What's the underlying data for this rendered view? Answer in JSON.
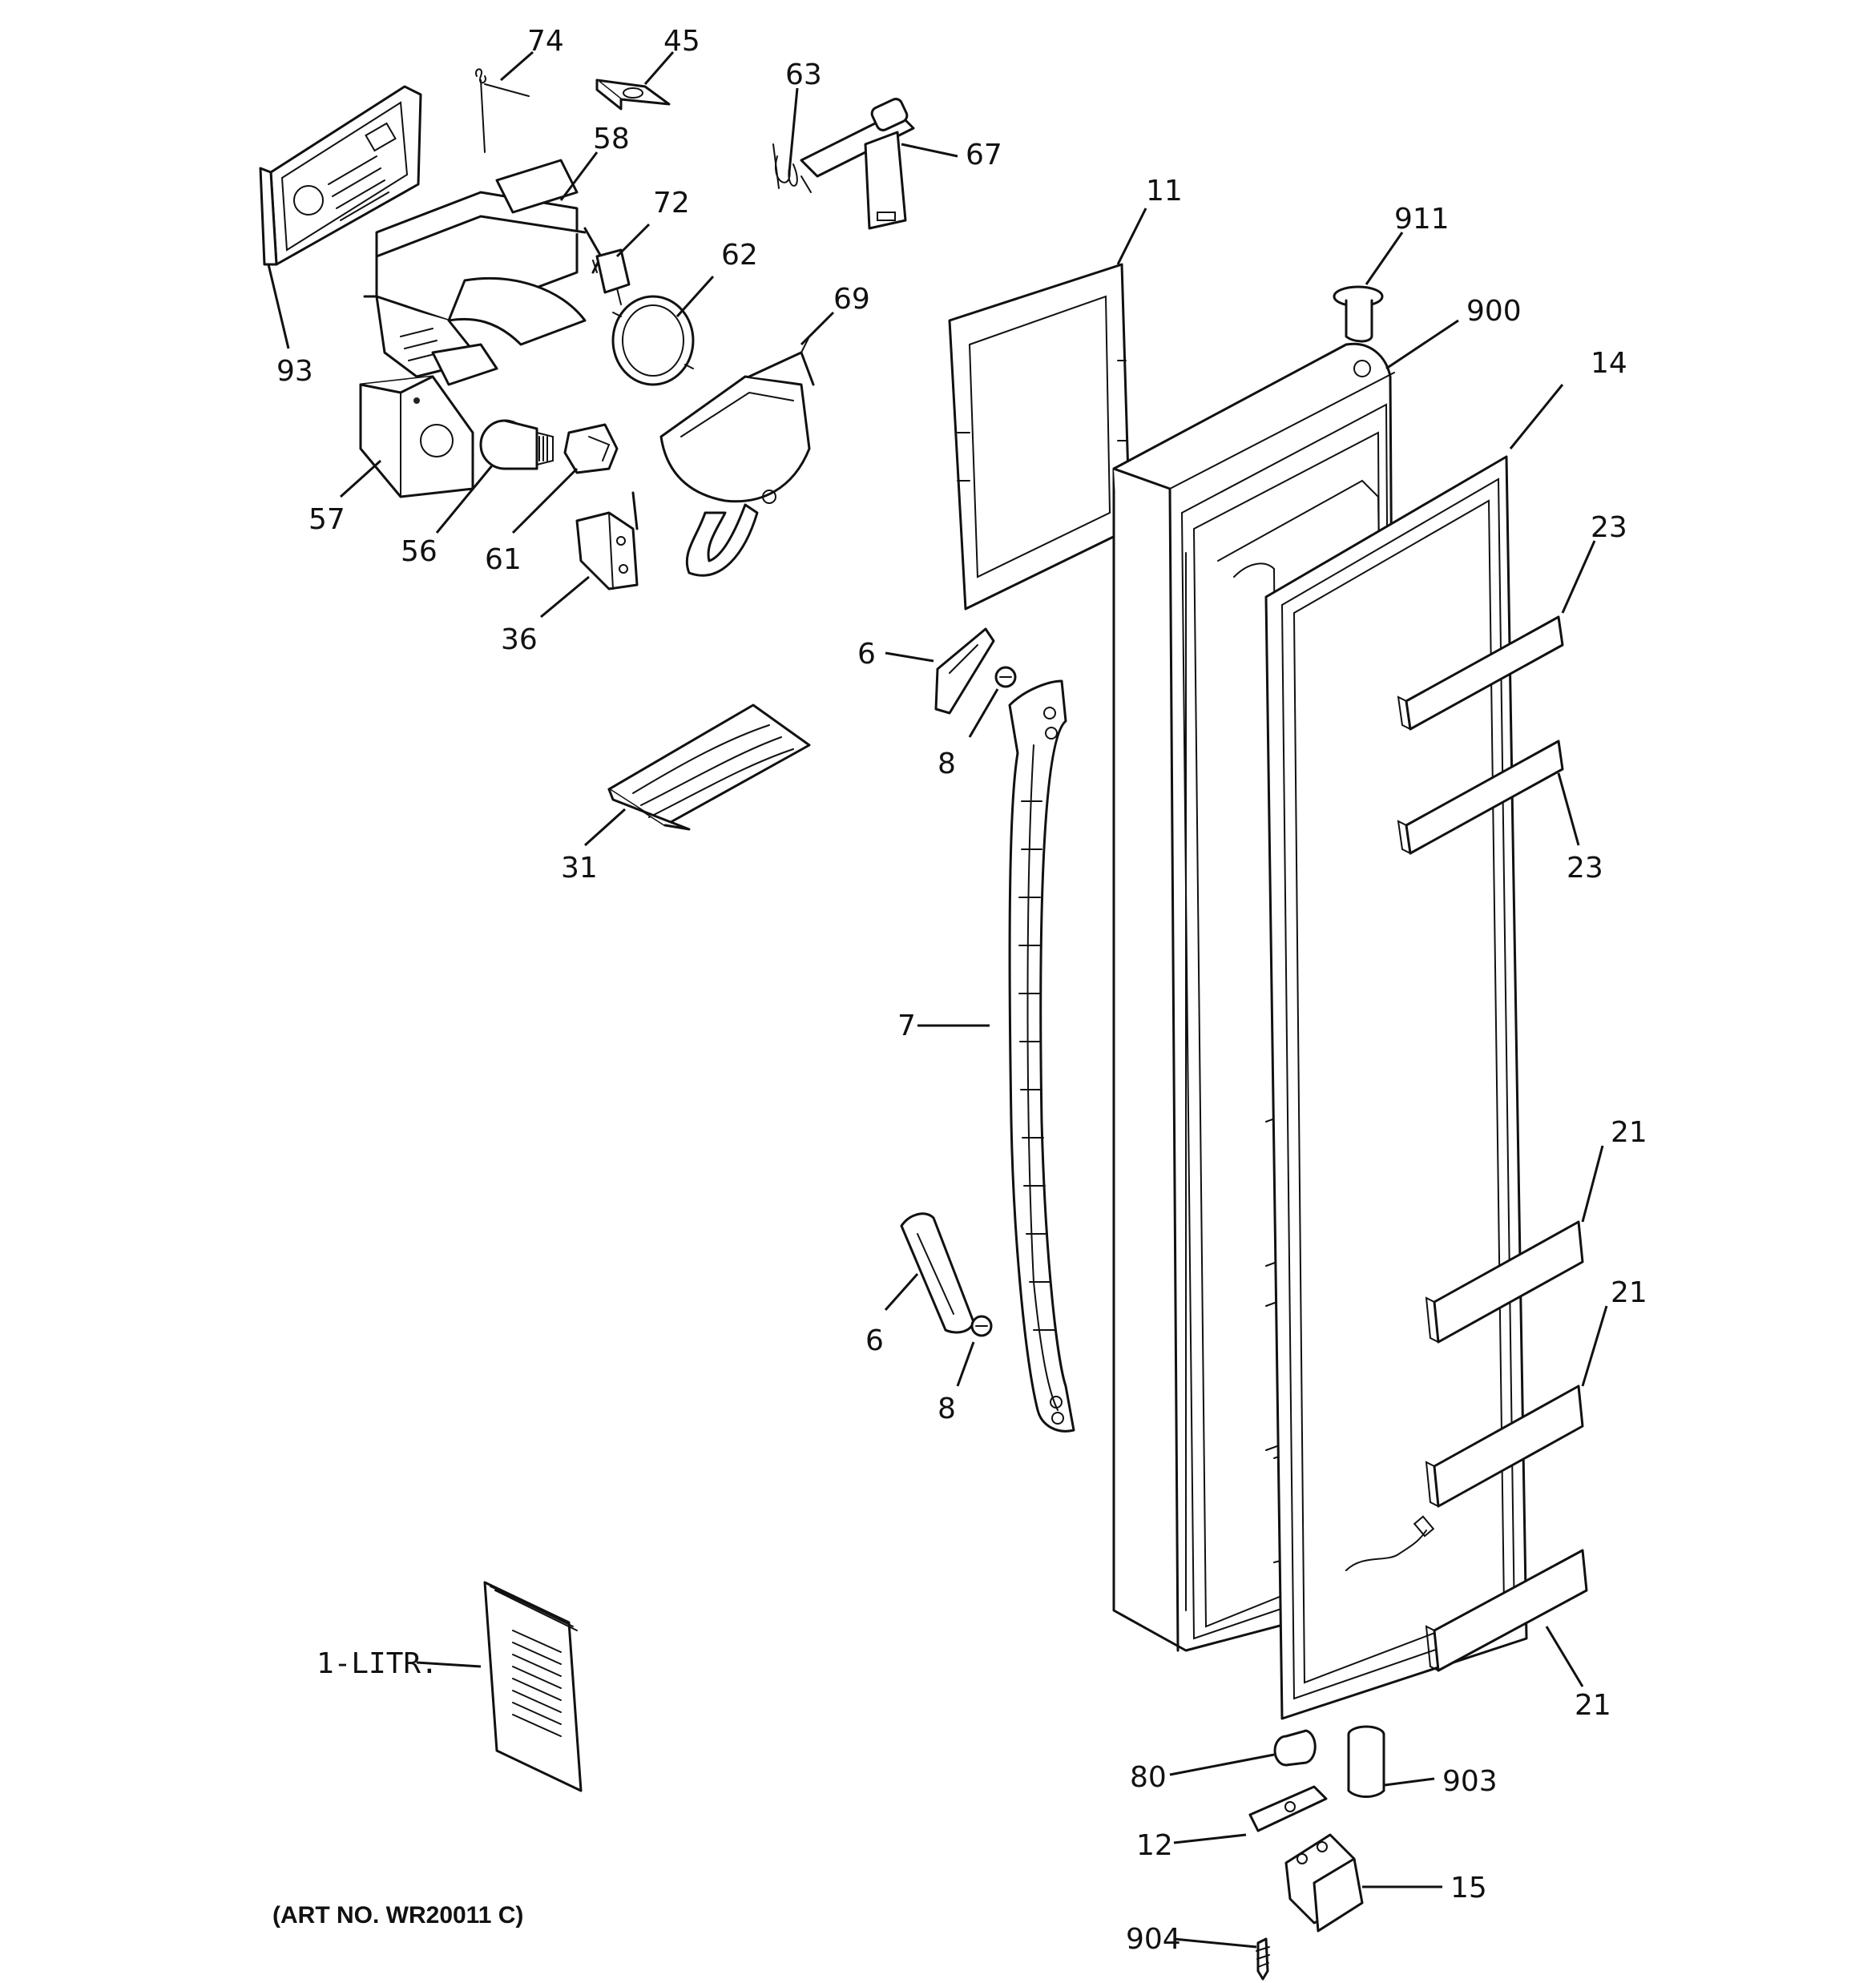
{
  "diagram": {
    "art_number": "(ART NO. WR20011 C)",
    "callouts": [
      {
        "id": "c74",
        "label": "74"
      },
      {
        "id": "c45",
        "label": "45"
      },
      {
        "id": "c63",
        "label": "63"
      },
      {
        "id": "c67",
        "label": "67"
      },
      {
        "id": "c58",
        "label": "58"
      },
      {
        "id": "c72",
        "label": "72"
      },
      {
        "id": "c62",
        "label": "62"
      },
      {
        "id": "c69",
        "label": "69"
      },
      {
        "id": "c93",
        "label": "93"
      },
      {
        "id": "c57",
        "label": "57"
      },
      {
        "id": "c56",
        "label": "56"
      },
      {
        "id": "c61",
        "label": "61"
      },
      {
        "id": "c36",
        "label": "36"
      },
      {
        "id": "c31",
        "label": "31"
      },
      {
        "id": "c11",
        "label": "11"
      },
      {
        "id": "c911",
        "label": "911"
      },
      {
        "id": "c900",
        "label": "900"
      },
      {
        "id": "c14",
        "label": "14"
      },
      {
        "id": "c23a",
        "label": "23"
      },
      {
        "id": "c23b",
        "label": "23"
      },
      {
        "id": "c6a",
        "label": "6"
      },
      {
        "id": "c8a",
        "label": "8"
      },
      {
        "id": "c7",
        "label": "7"
      },
      {
        "id": "c6b",
        "label": "6"
      },
      {
        "id": "c8b",
        "label": "8"
      },
      {
        "id": "c21a",
        "label": "21"
      },
      {
        "id": "c21b",
        "label": "21"
      },
      {
        "id": "c21c",
        "label": "21"
      },
      {
        "id": "c1litr",
        "label": "1-LITR."
      },
      {
        "id": "c80",
        "label": "80"
      },
      {
        "id": "c903",
        "label": "903"
      },
      {
        "id": "c12",
        "label": "12"
      },
      {
        "id": "c15",
        "label": "15"
      },
      {
        "id": "c904",
        "label": "904"
      }
    ]
  }
}
